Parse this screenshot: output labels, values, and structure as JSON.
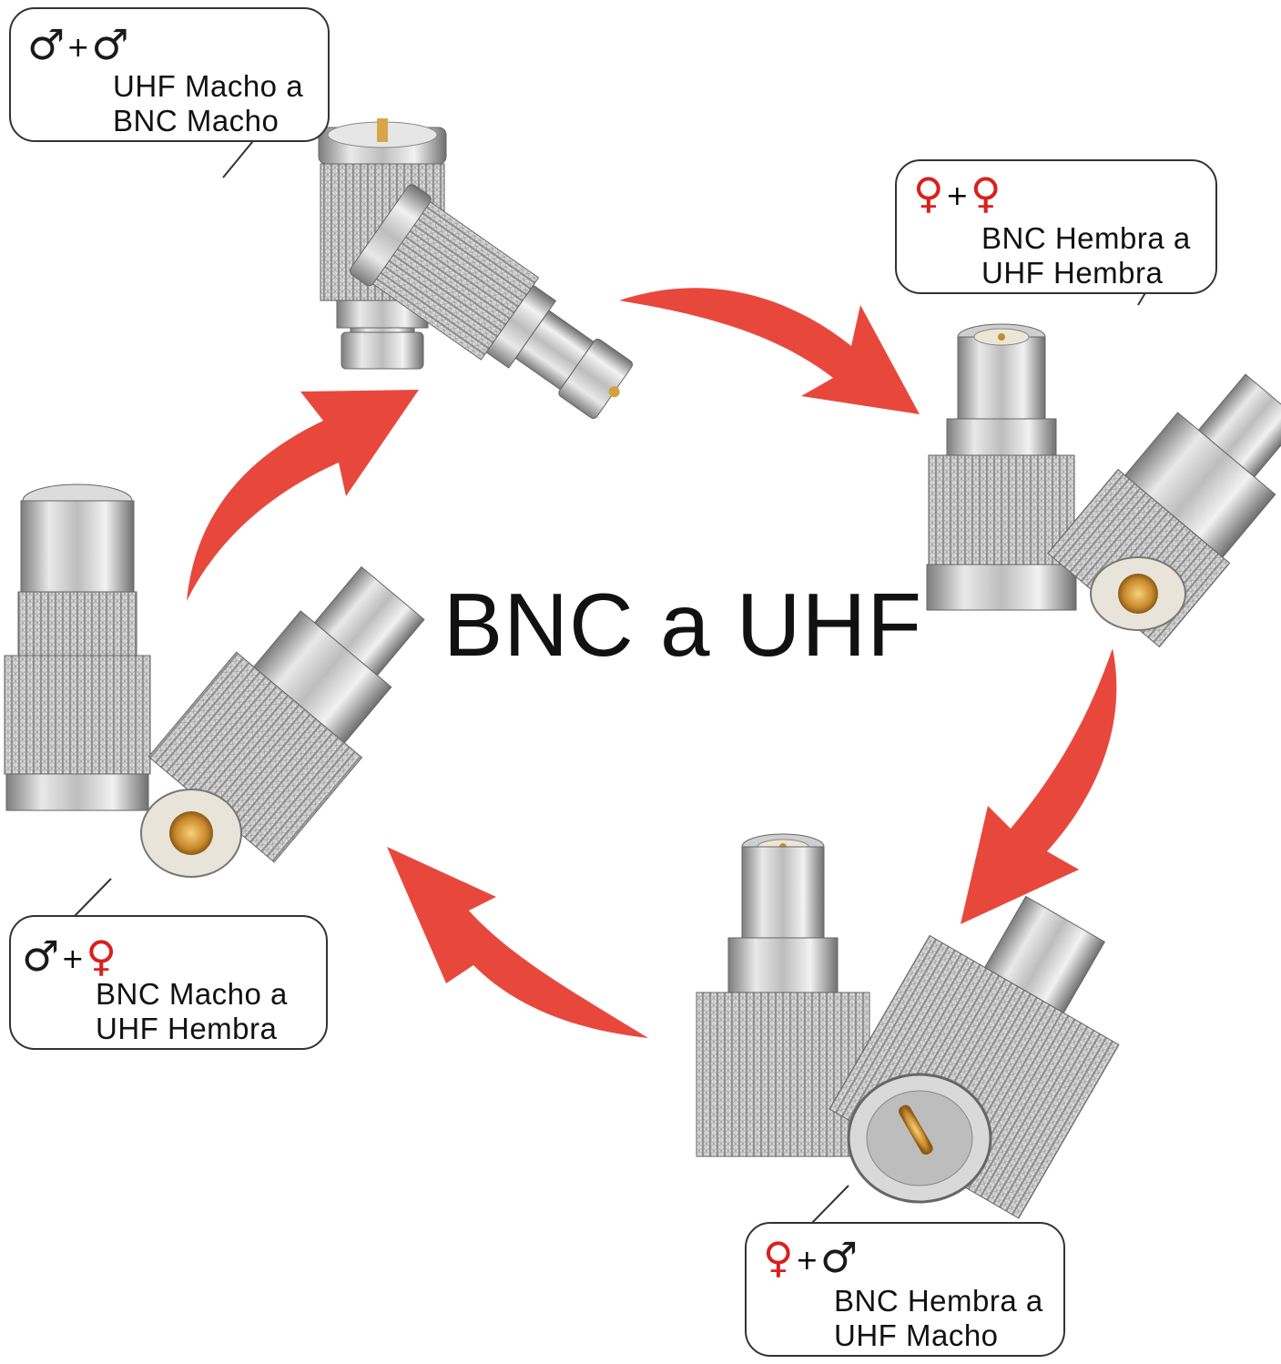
{
  "title": "BNC a UHF",
  "colors": {
    "arrow": "#e8483c",
    "female_symbol": "#d9201c",
    "male_symbol": "#1a1a1a",
    "metal": "#c9c9c9"
  },
  "adapters": [
    {
      "id": "uhf-male-bnc-male",
      "symbol_a": "♂",
      "symbol_a_type": "male",
      "plus": "+",
      "symbol_b": "♂",
      "symbol_b_type": "male",
      "line1": "UHF Macho a",
      "line2": "BNC Macho"
    },
    {
      "id": "bnc-female-uhf-female",
      "symbol_a": "♀",
      "symbol_a_type": "female",
      "plus": "+",
      "symbol_b": "♀",
      "symbol_b_type": "female",
      "line1": "BNC Hembra a",
      "line2": "UHF Hembra"
    },
    {
      "id": "bnc-male-uhf-female",
      "symbol_a": "♂",
      "symbol_a_type": "male",
      "plus": "+",
      "symbol_b": "♀",
      "symbol_b_type": "female",
      "line1": "BNC Macho a",
      "line2": "UHF Hembra"
    },
    {
      "id": "bnc-female-uhf-male",
      "symbol_a": "♀",
      "symbol_a_type": "female",
      "plus": "+",
      "symbol_b": "♂",
      "symbol_b_type": "male",
      "line1": "BNC Hembra a",
      "line2": "UHF Macho"
    }
  ]
}
